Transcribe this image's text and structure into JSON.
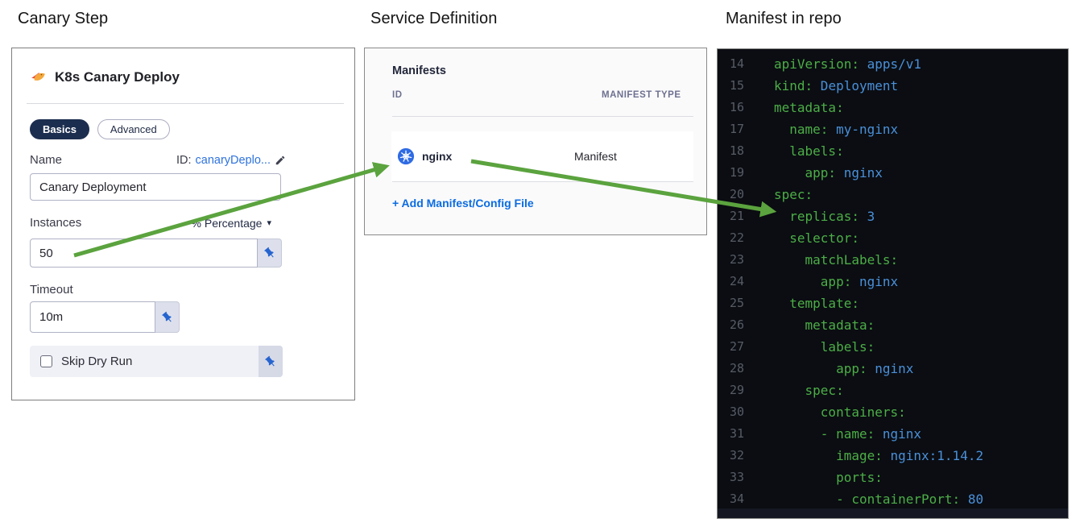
{
  "headings": {
    "canary_step": "Canary Step",
    "service_definition": "Service Definition",
    "manifest_in_repo": "Manifest in repo"
  },
  "canary_panel": {
    "title": "K8s Canary Deploy",
    "tabs": [
      {
        "label": "Basics",
        "active": true
      },
      {
        "label": "Advanced",
        "active": false
      }
    ],
    "name_label": "Name",
    "id_prefix": "ID:",
    "id_value": "canaryDeplo...",
    "name_value": "Canary Deployment",
    "instances_label": "Instances",
    "instances_unit": "% Percentage",
    "instances_value": "50",
    "timeout_label": "Timeout",
    "timeout_value": "10m",
    "skip_dry_run_label": "Skip Dry Run"
  },
  "service_panel": {
    "title": "Manifests",
    "columns": [
      "ID",
      "MANIFEST TYPE"
    ],
    "rows": [
      {
        "id": "nginx",
        "type": "Manifest"
      }
    ],
    "add_link": "+ Add Manifest/Config File"
  },
  "code_panel": {
    "lines": [
      {
        "n": "14",
        "k": "apiVersion:",
        "v": " apps/v1"
      },
      {
        "n": "15",
        "k": "kind:",
        "v": " Deployment"
      },
      {
        "n": "16",
        "k": "metadata:",
        "v": ""
      },
      {
        "n": "17",
        "k": "  name:",
        "v": " my-nginx"
      },
      {
        "n": "18",
        "k": "  labels:",
        "v": ""
      },
      {
        "n": "19",
        "k": "    app:",
        "v": " nginx"
      },
      {
        "n": "20",
        "k": "spec:",
        "v": ""
      },
      {
        "n": "21",
        "k": "  replicas:",
        "v": " 3"
      },
      {
        "n": "22",
        "k": "  selector:",
        "v": ""
      },
      {
        "n": "23",
        "k": "    matchLabels:",
        "v": ""
      },
      {
        "n": "24",
        "k": "      app:",
        "v": " nginx"
      },
      {
        "n": "25",
        "k": "  template:",
        "v": ""
      },
      {
        "n": "26",
        "k": "    metadata:",
        "v": ""
      },
      {
        "n": "27",
        "k": "      labels:",
        "v": ""
      },
      {
        "n": "28",
        "k": "        app:",
        "v": " nginx"
      },
      {
        "n": "29",
        "k": "    spec:",
        "v": ""
      },
      {
        "n": "30",
        "k": "      containers:",
        "v": ""
      },
      {
        "n": "31",
        "k": "      - name:",
        "v": " nginx"
      },
      {
        "n": "32",
        "k": "        image:",
        "v": " nginx:1.14.2"
      },
      {
        "n": "33",
        "k": "        ports:",
        "v": ""
      },
      {
        "n": "34",
        "k": "        - containerPort:",
        "v": " 80"
      }
    ]
  },
  "colors": {
    "arrow-green": "#5ba33e",
    "link-blue": "#0b6ce2",
    "id-link-blue": "#2e72dd",
    "code-key-green": "#4cae47",
    "code-value-blue": "#4a90d9",
    "code-bg": "#0b0d12",
    "pill-navy": "#1c2e4f",
    "k8s-blue": "#2f6be4",
    "pin-blue": "#2664cf"
  }
}
